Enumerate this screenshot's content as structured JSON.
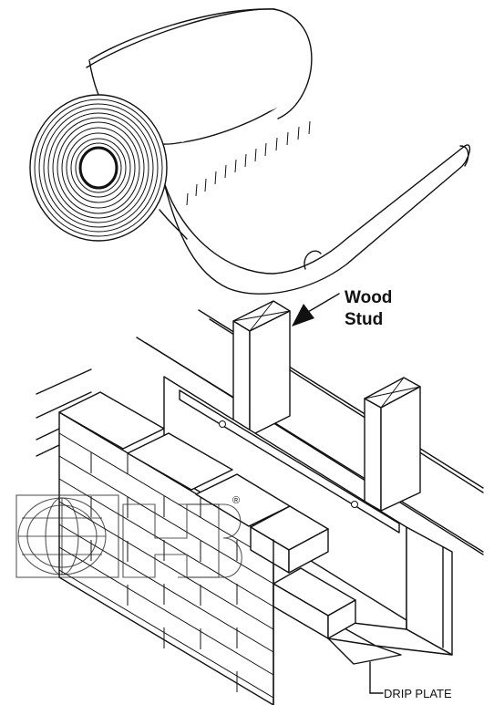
{
  "labels": {
    "wood_stud_line1": "Wood",
    "wood_stud_line2": "Stud",
    "drip_plate": "DRIP PLATE"
  },
  "watermark": {
    "registered_mark": "®"
  }
}
